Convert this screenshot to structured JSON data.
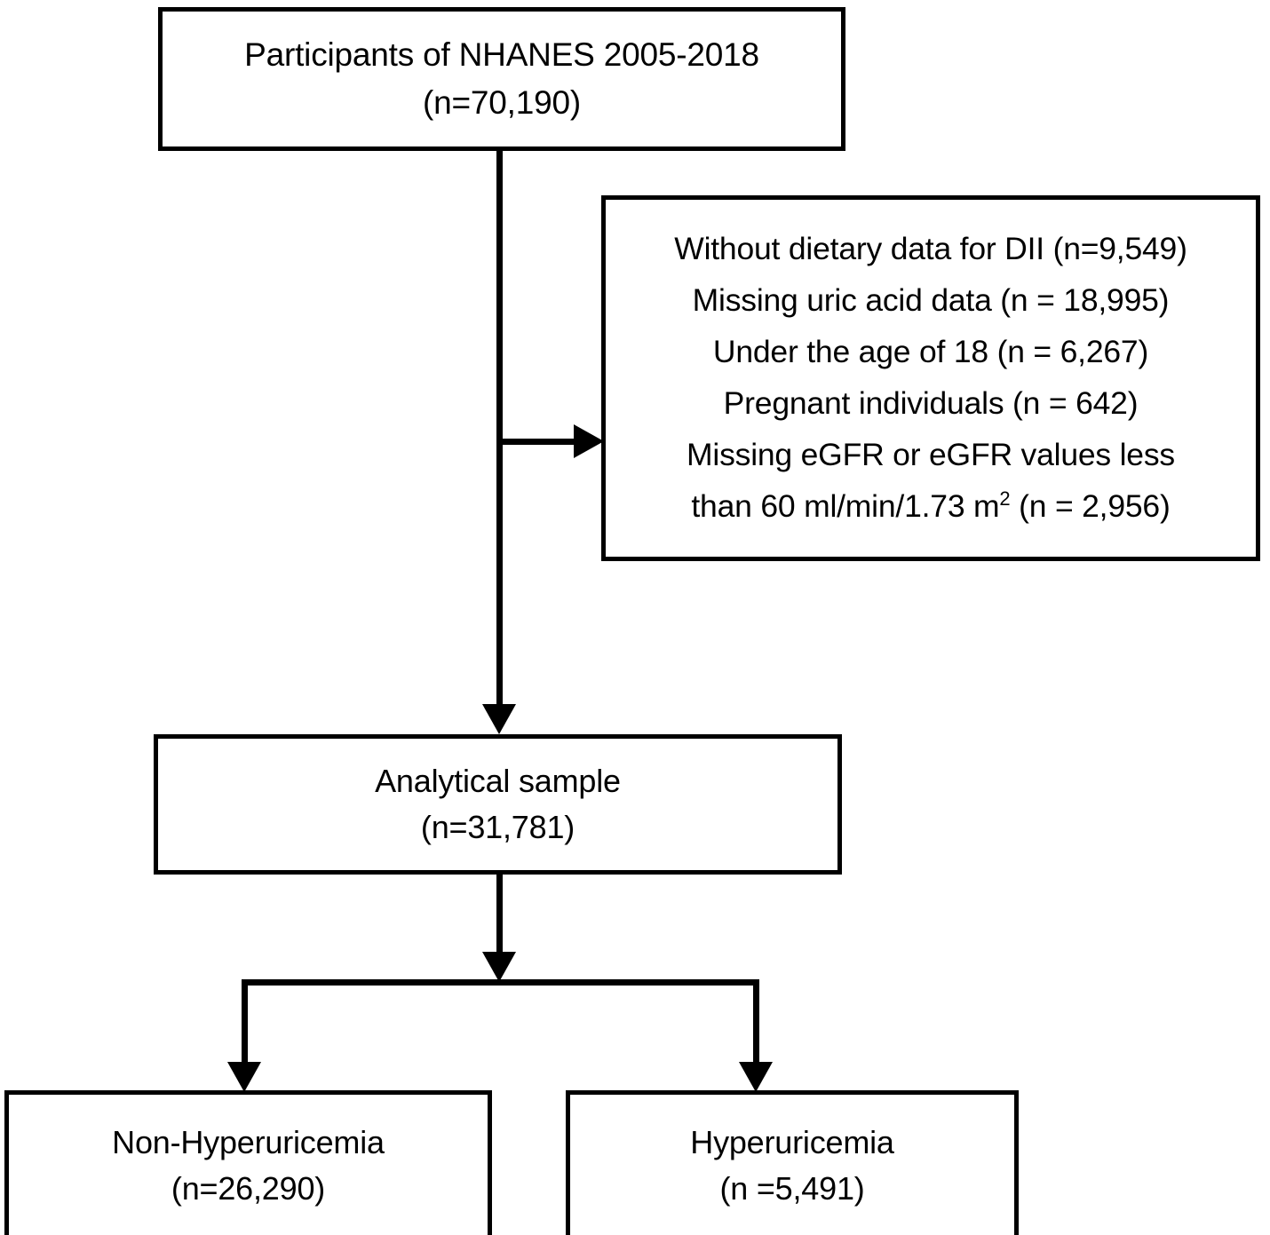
{
  "diagram": {
    "type": "flowchart",
    "title": "NHANES participant selection flow",
    "orientation": "top-to-bottom",
    "stroke_color": "#000000",
    "background_color": "#ffffff"
  },
  "nodes": {
    "source": {
      "label": "Participants of NHANES 2005-2018",
      "count_label": "(n=70,190)",
      "count": 70190
    },
    "exclusions": {
      "items": [
        {
          "text": "Without dietary data for DII (n=9,549)",
          "count": 9549
        },
        {
          "text": "Missing uric acid data (n = 18,995)",
          "count": 18995
        },
        {
          "text": "Under the age of 18 (n = 6,267)",
          "count": 6267
        },
        {
          "text": "Pregnant individuals (n = 642)",
          "count": 642
        }
      ],
      "egfr_line_1": "Missing eGFR or eGFR values less",
      "egfr_line_2_pre": "than 60 ml/min/1.73 m",
      "egfr_line_2_sup": "2",
      "egfr_line_2_post": " (n = 2,956)",
      "egfr_count": 2956
    },
    "analytic": {
      "label": "Analytical sample",
      "count_label": "(n=31,781)",
      "count": 31781
    },
    "non_hyperuricemia": {
      "label": "Non-Hyperuricemia",
      "count_label": "(n=26,290)",
      "count": 26290
    },
    "hyperuricemia": {
      "label": "Hyperuricemia",
      "count_label": "(n =5,491)",
      "count": 5491
    }
  },
  "edges": [
    {
      "from": "source",
      "to": "exclusions",
      "style": "arrow-right"
    },
    {
      "from": "source",
      "to": "analytic",
      "style": "arrow-down"
    },
    {
      "from": "analytic",
      "to": "non_hyperuricemia",
      "style": "arrow-down"
    },
    {
      "from": "analytic",
      "to": "hyperuricemia",
      "style": "arrow-down"
    }
  ]
}
